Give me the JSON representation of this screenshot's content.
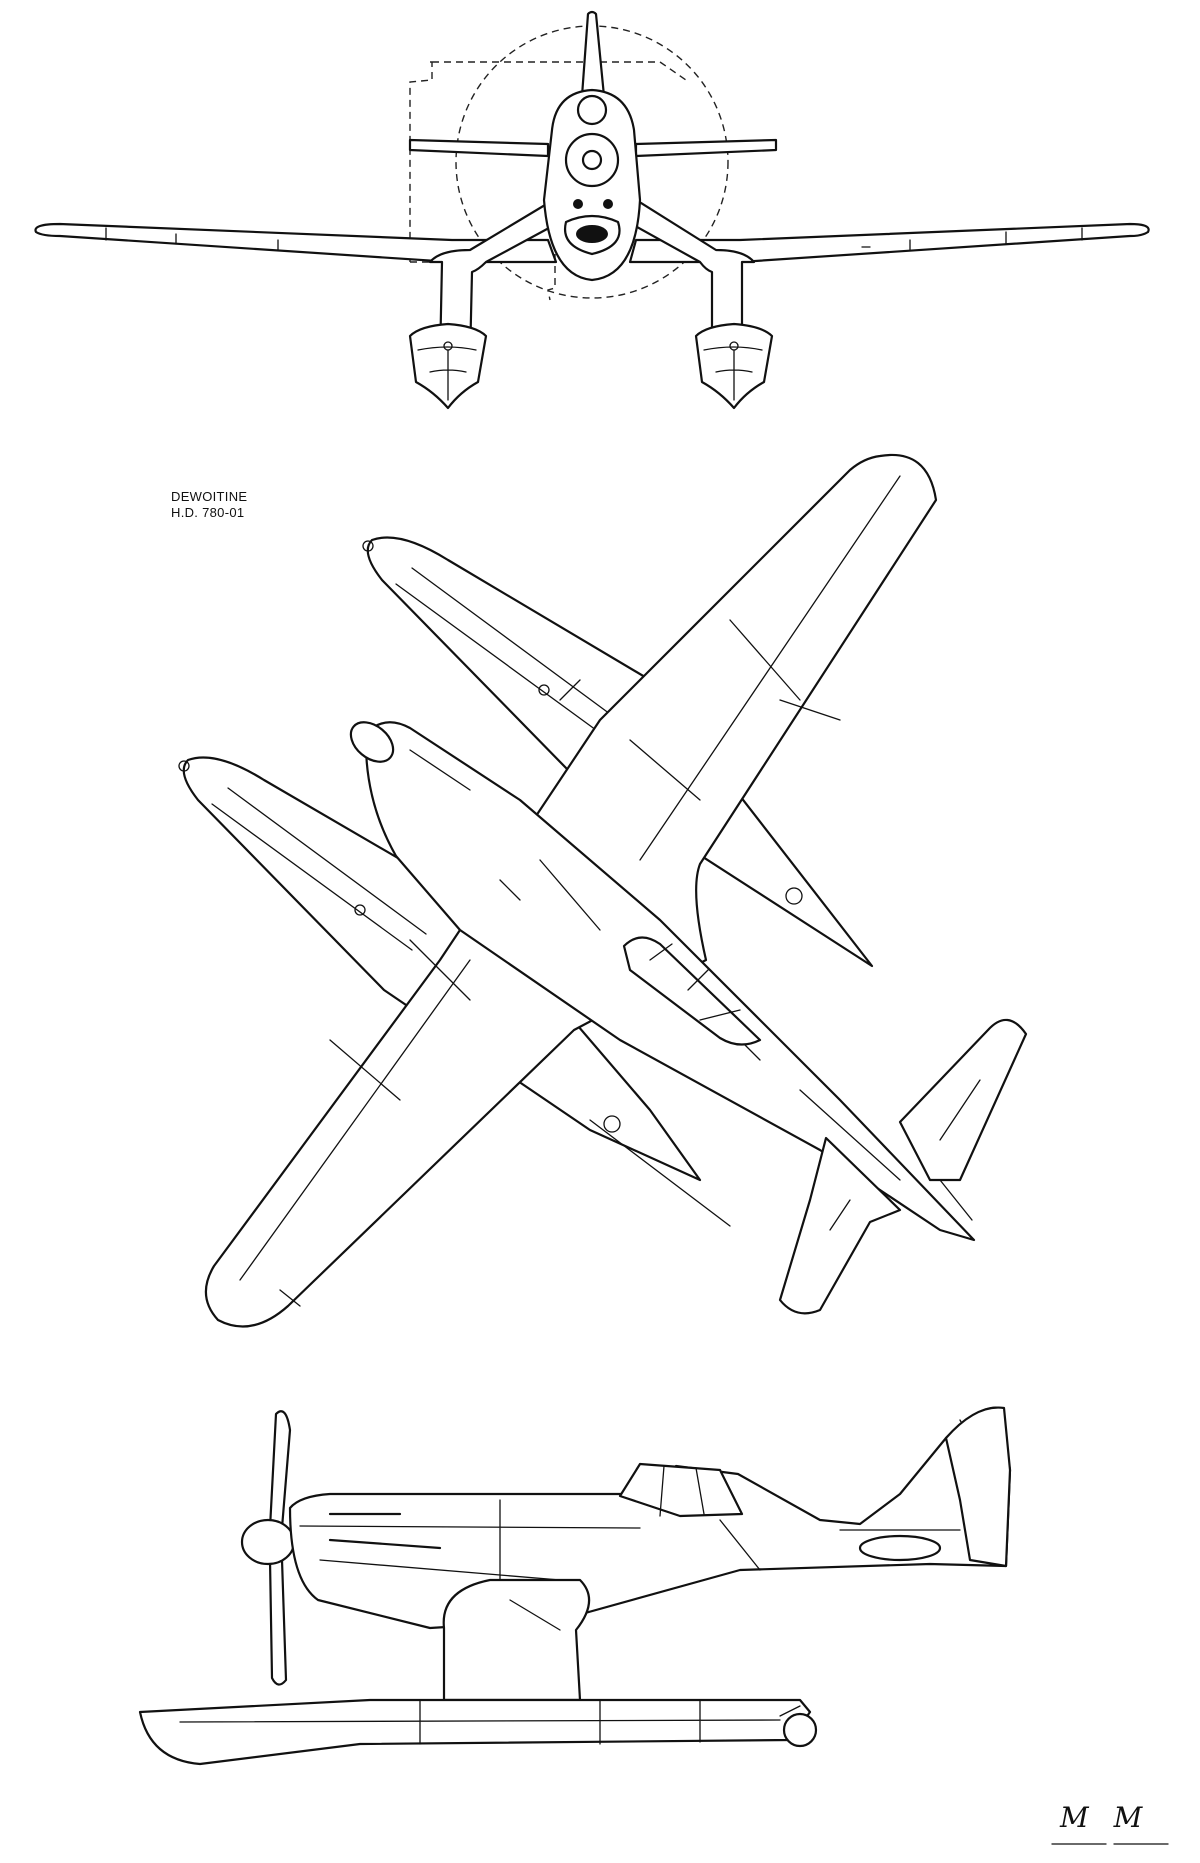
{
  "title": {
    "line1": "DEWOITINE",
    "line2": "H.D. 780-01"
  },
  "signature": "M M",
  "views": [
    "front-view",
    "plan-view",
    "side-view"
  ]
}
